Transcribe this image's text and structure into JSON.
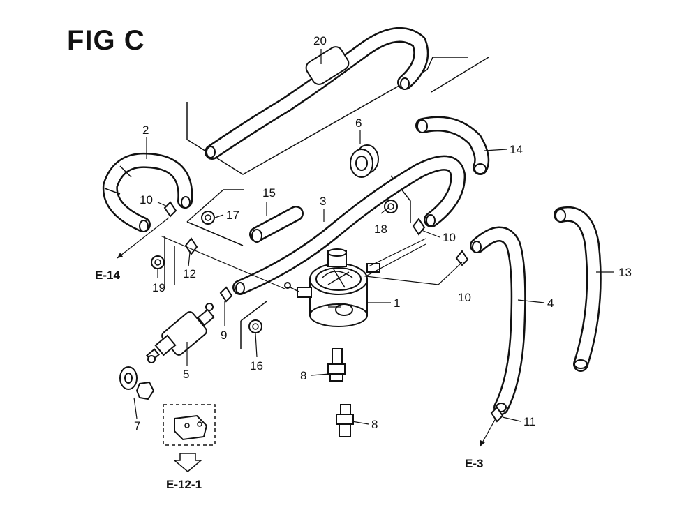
{
  "title": "FIG C",
  "callouts": {
    "c1": "1",
    "c2": "2",
    "c3": "3",
    "c4": "4",
    "c5": "5",
    "c6": "6",
    "c7": "7",
    "c8a": "8",
    "c8b": "8",
    "c9": "9",
    "c10a": "10",
    "c10b": "10",
    "c10c": "10",
    "c11": "11",
    "c12": "12",
    "c13": "13",
    "c14": "14",
    "c15": "15",
    "c16": "16",
    "c17": "17",
    "c18": "18",
    "c19": "19",
    "c20": "20"
  },
  "references": {
    "e14": "E-14",
    "e3": "E-3",
    "e121": "E-12-1"
  }
}
